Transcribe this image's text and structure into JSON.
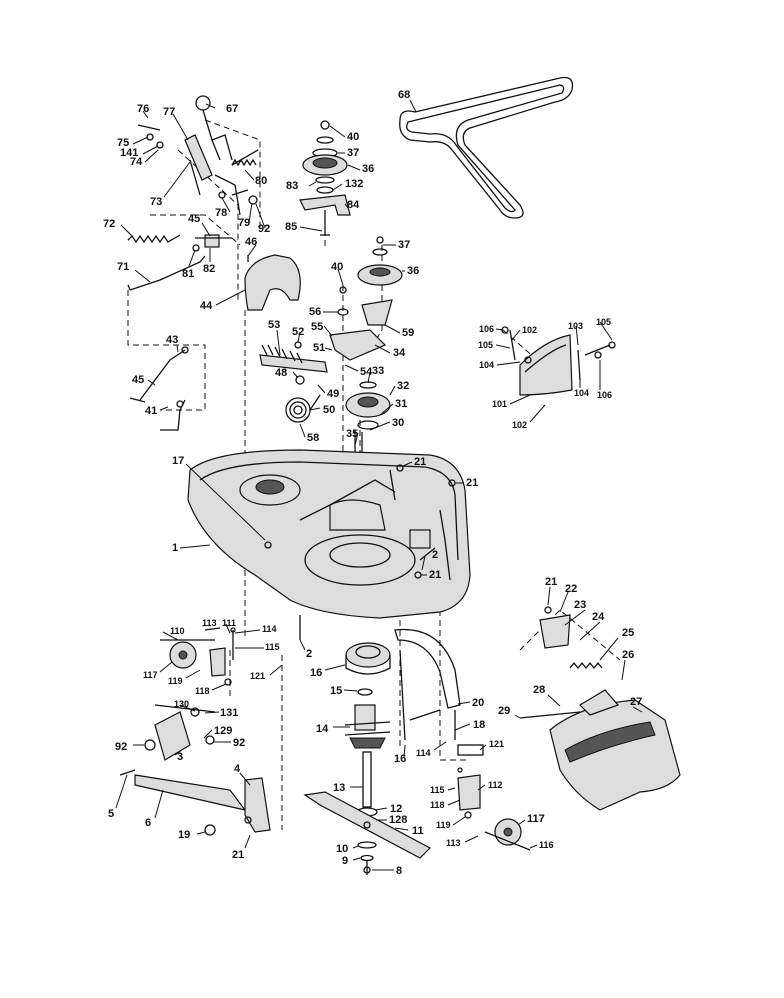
{
  "callouts": [
    {
      "id": "c76",
      "text": "76"
    },
    {
      "id": "c77",
      "text": "77"
    },
    {
      "id": "c67",
      "text": "67"
    },
    {
      "id": "c75",
      "text": "75"
    },
    {
      "id": "c141",
      "text": "141"
    },
    {
      "id": "c74",
      "text": "74"
    },
    {
      "id": "c73",
      "text": "73"
    },
    {
      "id": "c80",
      "text": "80"
    },
    {
      "id": "c78",
      "text": "78"
    },
    {
      "id": "c79",
      "text": "79"
    },
    {
      "id": "c92a",
      "text": "92"
    },
    {
      "id": "c72",
      "text": "72"
    },
    {
      "id": "c45a",
      "text": "45"
    },
    {
      "id": "c46",
      "text": "46"
    },
    {
      "id": "c71",
      "text": "71"
    },
    {
      "id": "c81",
      "text": "81"
    },
    {
      "id": "c82",
      "text": "82"
    },
    {
      "id": "c44",
      "text": "44"
    },
    {
      "id": "c40a",
      "text": "40"
    },
    {
      "id": "c37a",
      "text": "37"
    },
    {
      "id": "c36a",
      "text": "36"
    },
    {
      "id": "c83",
      "text": "83"
    },
    {
      "id": "c132",
      "text": "132"
    },
    {
      "id": "c84",
      "text": "84"
    },
    {
      "id": "c85",
      "text": "85"
    },
    {
      "id": "c68",
      "text": "68"
    },
    {
      "id": "c37b",
      "text": "37"
    },
    {
      "id": "c40b",
      "text": "40"
    },
    {
      "id": "c36b",
      "text": "36"
    },
    {
      "id": "c56",
      "text": "56"
    },
    {
      "id": "c59",
      "text": "59"
    },
    {
      "id": "c53",
      "text": "53"
    },
    {
      "id": "c52",
      "text": "52"
    },
    {
      "id": "c55",
      "text": "55"
    },
    {
      "id": "c51",
      "text": "51"
    },
    {
      "id": "c34",
      "text": "34"
    },
    {
      "id": "c43",
      "text": "43"
    },
    {
      "id": "c48",
      "text": "48"
    },
    {
      "id": "c54",
      "text": "54"
    },
    {
      "id": "c33",
      "text": "33"
    },
    {
      "id": "c32",
      "text": "32"
    },
    {
      "id": "c49",
      "text": "49"
    },
    {
      "id": "c45b",
      "text": "45"
    },
    {
      "id": "c50",
      "text": "50"
    },
    {
      "id": "c31",
      "text": "31"
    },
    {
      "id": "c41",
      "text": "41"
    },
    {
      "id": "c58",
      "text": "58"
    },
    {
      "id": "c30",
      "text": "30"
    },
    {
      "id": "c35",
      "text": "35"
    },
    {
      "id": "c106a",
      "text": "106"
    },
    {
      "id": "c102a",
      "text": "102"
    },
    {
      "id": "c103",
      "text": "103"
    },
    {
      "id": "c105a",
      "text": "105"
    },
    {
      "id": "c105b",
      "text": "105"
    },
    {
      "id": "c104a",
      "text": "104"
    },
    {
      "id": "c104b",
      "text": "104"
    },
    {
      "id": "c106b",
      "text": "106"
    },
    {
      "id": "c101",
      "text": "101"
    },
    {
      "id": "c102b",
      "text": "102"
    },
    {
      "id": "c17",
      "text": "17"
    },
    {
      "id": "c21a",
      "text": "21"
    },
    {
      "id": "c21b",
      "text": "21"
    },
    {
      "id": "c1",
      "text": "1"
    },
    {
      "id": "c2a",
      "text": "2"
    },
    {
      "id": "c21c",
      "text": "21"
    },
    {
      "id": "c110",
      "text": "110"
    },
    {
      "id": "c113a",
      "text": "113"
    },
    {
      "id": "c111",
      "text": "111"
    },
    {
      "id": "c114a",
      "text": "114"
    },
    {
      "id": "c115a",
      "text": "115"
    },
    {
      "id": "c2b",
      "text": "2"
    },
    {
      "id": "c117a",
      "text": "117"
    },
    {
      "id": "c119a",
      "text": "119"
    },
    {
      "id": "c121a",
      "text": "121"
    },
    {
      "id": "c118a",
      "text": "118"
    },
    {
      "id": "c16a",
      "text": "16"
    },
    {
      "id": "c15",
      "text": "15"
    },
    {
      "id": "c21d",
      "text": "21"
    },
    {
      "id": "c22",
      "text": "22"
    },
    {
      "id": "c23",
      "text": "23"
    },
    {
      "id": "c24",
      "text": "24"
    },
    {
      "id": "c25",
      "text": "25"
    },
    {
      "id": "c26",
      "text": "26"
    },
    {
      "id": "c130",
      "text": "130"
    },
    {
      "id": "c131",
      "text": "131"
    },
    {
      "id": "c20",
      "text": "20"
    },
    {
      "id": "c28",
      "text": "28"
    },
    {
      "id": "c27",
      "text": "27"
    },
    {
      "id": "c14",
      "text": "14"
    },
    {
      "id": "c29",
      "text": "29"
    },
    {
      "id": "c18",
      "text": "18"
    },
    {
      "id": "c129",
      "text": "129"
    },
    {
      "id": "c92b",
      "text": "92"
    },
    {
      "id": "c92c",
      "text": "92"
    },
    {
      "id": "c3",
      "text": "3"
    },
    {
      "id": "c114b",
      "text": "114"
    },
    {
      "id": "c121b",
      "text": "121"
    },
    {
      "id": "c16b",
      "text": "16"
    },
    {
      "id": "c4",
      "text": "4"
    },
    {
      "id": "c5",
      "text": "5"
    },
    {
      "id": "c6",
      "text": "6"
    },
    {
      "id": "c13",
      "text": "13"
    },
    {
      "id": "c115b",
      "text": "115"
    },
    {
      "id": "c112",
      "text": "112"
    },
    {
      "id": "c118b",
      "text": "118"
    },
    {
      "id": "c12",
      "text": "12"
    },
    {
      "id": "c128",
      "text": "128"
    },
    {
      "id": "c11",
      "text": "11"
    },
    {
      "id": "c119b",
      "text": "119"
    },
    {
      "id": "c117b",
      "text": "117"
    },
    {
      "id": "c19",
      "text": "19"
    },
    {
      "id": "c21e",
      "text": "21"
    },
    {
      "id": "c113b",
      "text": "113"
    },
    {
      "id": "c116",
      "text": "116"
    },
    {
      "id": "c10",
      "text": "10"
    },
    {
      "id": "c9",
      "text": "9"
    },
    {
      "id": "c8",
      "text": "8"
    }
  ]
}
